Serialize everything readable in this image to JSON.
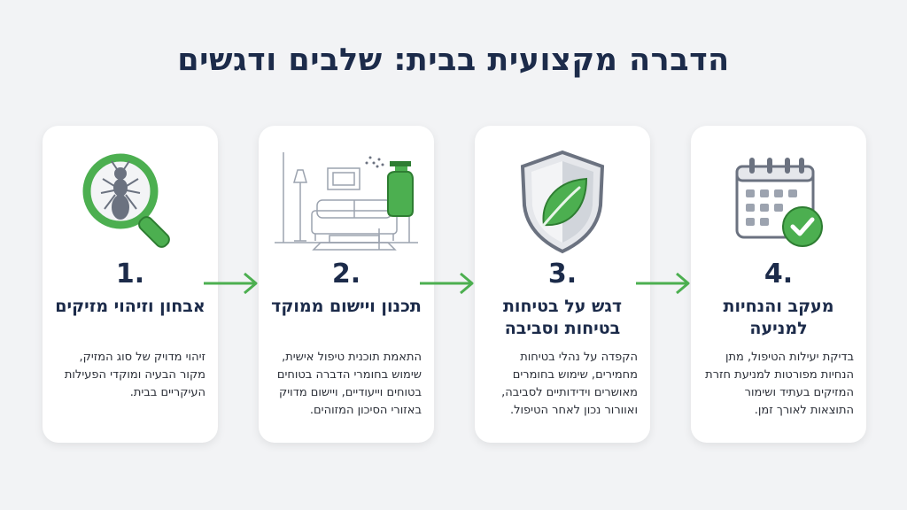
{
  "title": "הדברה מקצועית בבית: שלבים ודגשים",
  "colors": {
    "accent": "#4caf50",
    "accent_dark": "#2e7d32",
    "heading": "#1c2b4a",
    "line": "#6b7280"
  },
  "steps": [
    {
      "number": ".1",
      "heading": "אבחון וזיהוי מזיקים",
      "description": "זיהוי מדויק של סוג המזיק, מקור הבעיה ומוקדי הפעילות העיקריים בבית.",
      "icon": "magnifier-ant-icon"
    },
    {
      "number": ".2",
      "heading": "תכנון ויישום ממוקד",
      "description": "התאמת תוכנית טיפול אישית, שימוש בחומרי הדברה בטוחים בטוחים וייעודיים, ויישום מדויק באזורי הסיכון המזוהים.",
      "icon": "living-room-spray-icon"
    },
    {
      "number": ".3",
      "heading": "דגש על בטיחות בטיחות וסביבה",
      "description": "הקפדה על נהלי בטיחות מחמירים, שימוש בחומרים מאושרים וידידותיים לסביבה, ואוורור נכון לאחר הטיפול.",
      "icon": "shield-leaf-icon"
    },
    {
      "number": ".4",
      "heading": "מעקב והנחיות למניעה",
      "description": "בדיקת יעילות הטיפול, מתן הנחיות מפורטות למניעת חזרת המזיקים בעתיד ושימור התוצאות לאורך זמן.",
      "icon": "calendar-check-icon"
    }
  ]
}
